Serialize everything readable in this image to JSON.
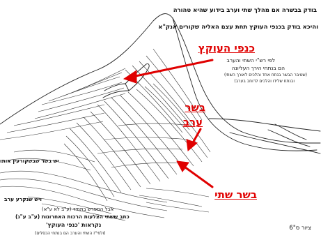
{
  "header": {
    "line1": "בודק בבשרה אם מהלך שתי וערב בידוע שהיא טהורה",
    "line2": "והיכא בודק בכנפי העוקץ תחת עצם האליה שקורים אנק\"א"
  },
  "labels": {
    "kanfei_haukatz": "כנפי העוקץ",
    "kanfei_note_1": "לפי רש\"י השתי והערב",
    "kanfei_note_2": "הם בנתחי הירך העליונה",
    "kanfei_note_3": "(שטיבר הבשר בנתח אחד והלכים לאורך השתי)",
    "kanfei_note_4": "ובנתח שלידו והלכים לרוחב בערב)",
    "basar_erev_1": "בשר",
    "basar_erev_2": "ערב",
    "basar_shti": "בשר שתי",
    "yesh_basar": "יש בשר שבשקורעין אותו",
    "yesh_shenikra": "ויש שנקרע ערב",
    "bottom_1": "אבל המפרש בתמיד (ע\"ב לא ע\"א)",
    "bottom_2": "כתב ששתי הצלעות הרכות האחרונות (ע\"ב ע\"ג)",
    "bottom_3": "נקראות 'כנפי העוקץ'",
    "bottom_4": "(ולפי\"ז השתי והערב הם בנתחי הכסלים)",
    "figure_number": "ציור ס\"6"
  },
  "colors": {
    "accent": "#e00000",
    "ink": "#111111"
  }
}
